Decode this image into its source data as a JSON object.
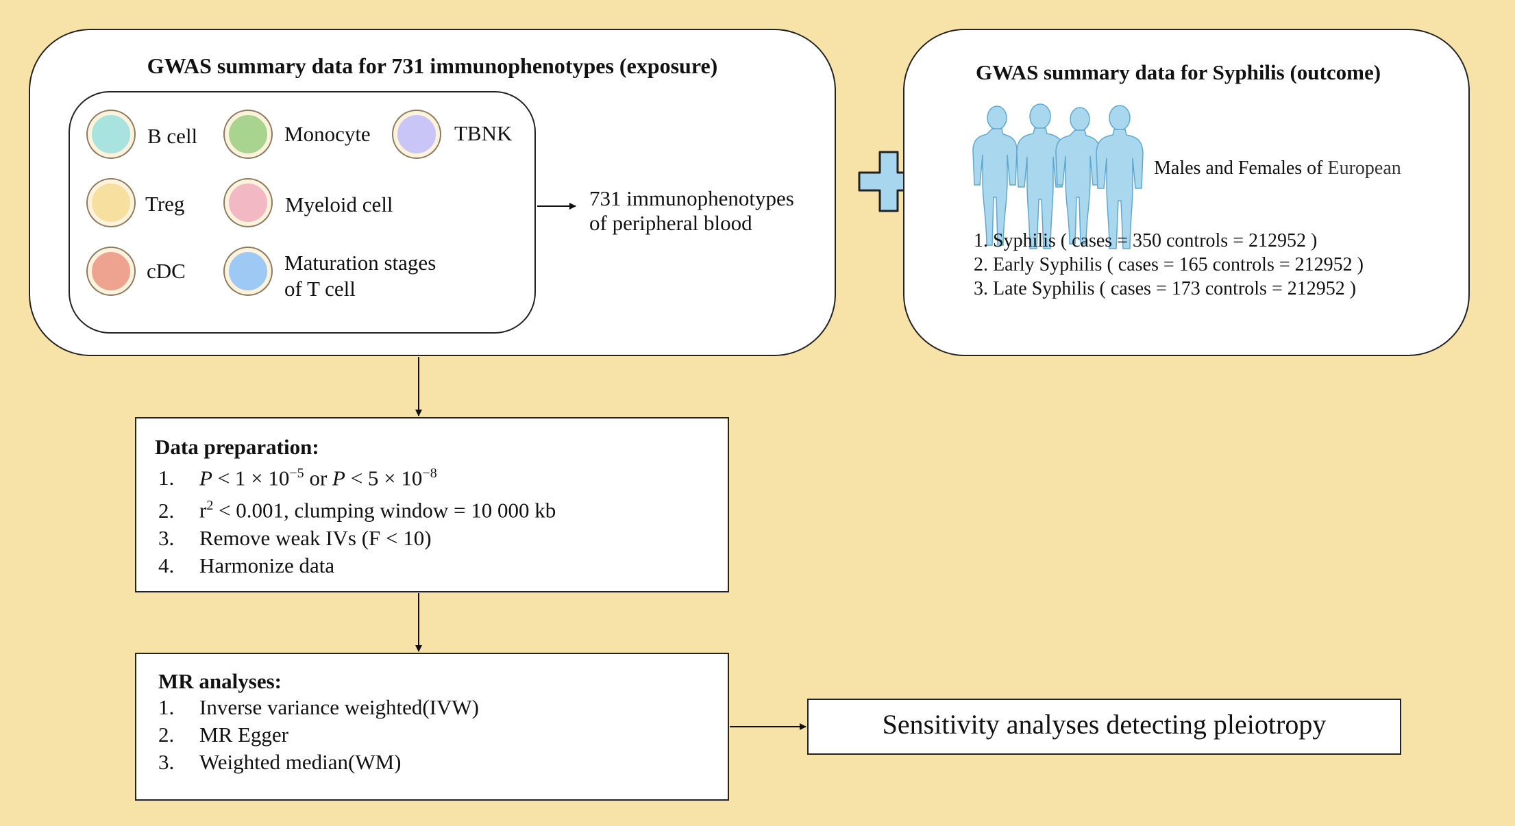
{
  "exposure": {
    "title": "GWAS summary data for 731 immunophenotypes (exposure)",
    "cells": [
      {
        "label": "B cell",
        "color": "#a8e3df"
      },
      {
        "label": "Monocyte",
        "color": "#a9d48f"
      },
      {
        "label": "TBNK",
        "color": "#c9c5f7"
      },
      {
        "label": "Treg",
        "color": "#f6df9f"
      },
      {
        "label": "Myeloid cell",
        "color": "#f2b8c4"
      },
      {
        "label": "cDC",
        "color": "#eda390"
      },
      {
        "label": "Maturation stages",
        "label2": "of T cell",
        "color": "#9ec9f4"
      }
    ],
    "result_line1": "731 immunophenotypes",
    "result_line2": "of peripheral blood"
  },
  "outcome": {
    "title": "GWAS summary data for Syphilis (outcome)",
    "population_prefix": "Males and Females of ",
    "population_region": "European",
    "items": [
      "1. Syphilis ( cases = 350  controls = 212952 )",
      "2. Early Syphilis ( cases = 165  controls = 212952 )",
      "3. Late Syphilis ( cases = 173  controls = 212952 )"
    ]
  },
  "data_preparation": {
    "title": "Data preparation:",
    "steps": [
      {
        "num": "1.",
        "text": ""
      },
      {
        "num": "2.",
        "text": ""
      },
      {
        "num": "3.",
        "text": "Remove weak IVs (F < 10)"
      },
      {
        "num": "4.",
        "text": "Harmonize data"
      }
    ],
    "step1": {
      "p1": "P",
      "lt1": " < 1 × 10",
      "exp1": "−5",
      "or": " or ",
      "p2": "P",
      "lt2": " < 5 × 10",
      "exp2": "−8"
    },
    "step2": {
      "r": "r",
      "sup": "2",
      "rest": " < 0.001, clumping window = 10 000 kb"
    }
  },
  "mr_analyses": {
    "title": "MR analyses:",
    "steps": [
      {
        "num": "1.",
        "text": "Inverse variance weighted(IVW)"
      },
      {
        "num": "2.",
        "text": "MR Egger"
      },
      {
        "num": "3.",
        "text": "Weighted median(WM)"
      }
    ]
  },
  "sensitivity": {
    "label": "Sensitivity analyses detecting pleiotropy"
  },
  "colors": {
    "background": "#f7e2a8",
    "plus": "#a8d6ee",
    "figure": "#a9d7ee"
  }
}
